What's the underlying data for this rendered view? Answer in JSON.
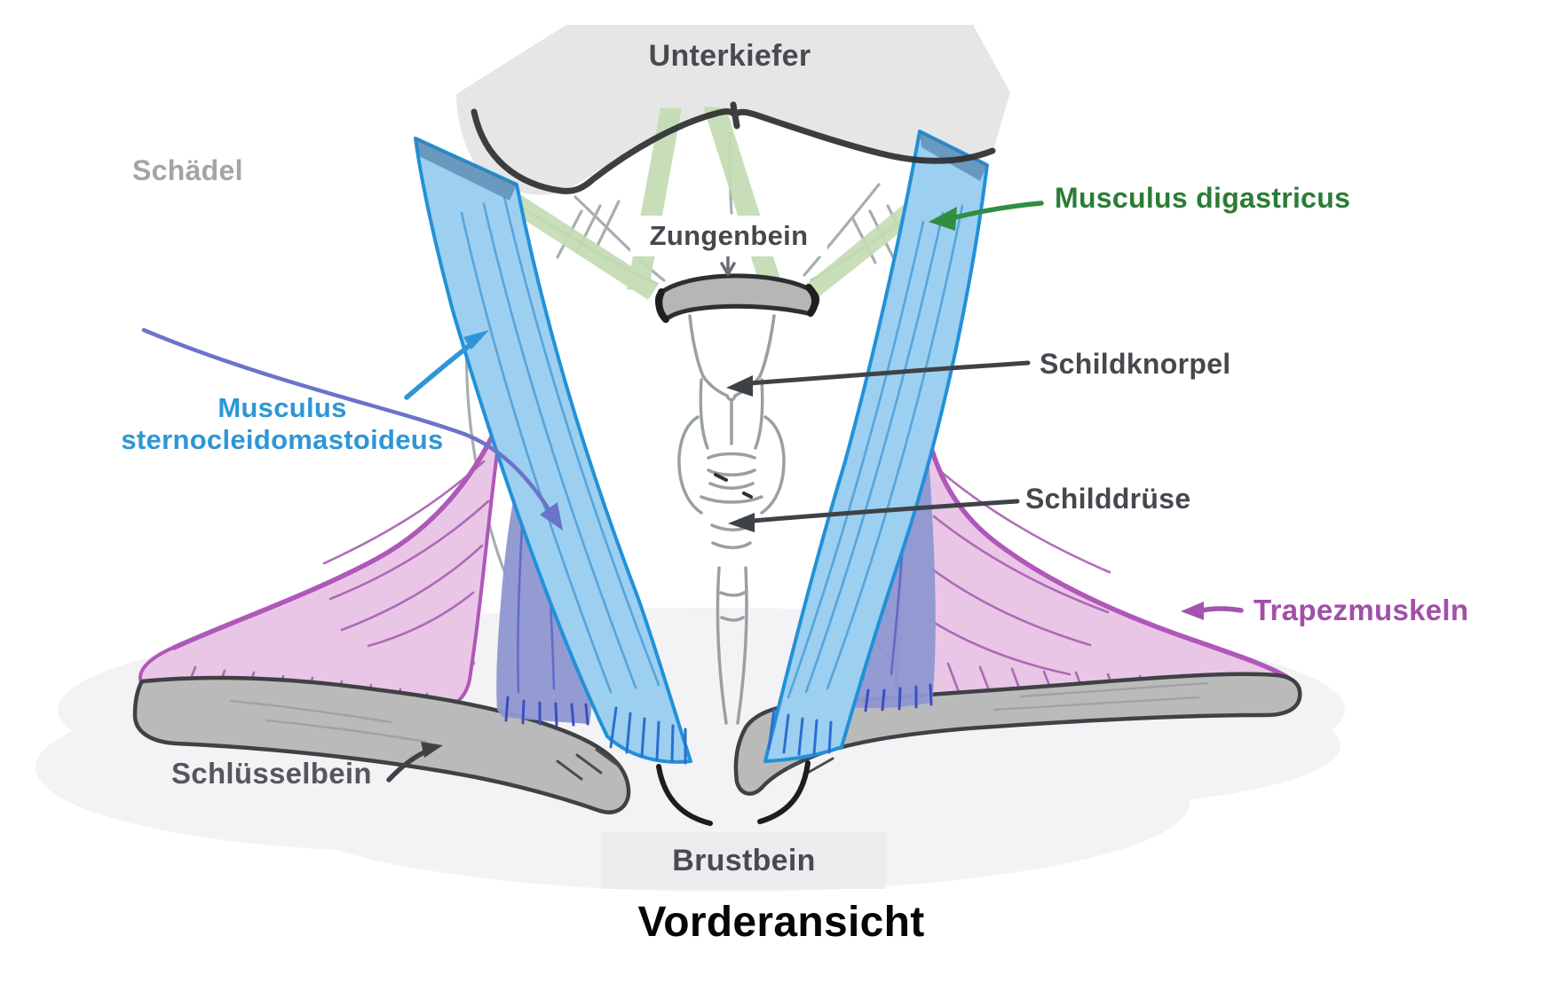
{
  "figure": {
    "title": "Vorderansicht",
    "subject": "neck-anatomy-front-view"
  },
  "labels": {
    "unterkiefer": {
      "text": "Unterkiefer",
      "color": "#474b50"
    },
    "schaedel": {
      "text": "Schädel",
      "color": "#a7a2a9"
    },
    "musculus_digastricus": {
      "text": "Musculus digastricus",
      "color": "#2b7c36"
    },
    "zungenbein": {
      "text": "Zungenbein",
      "color": "#45494e"
    },
    "schildknorpel": {
      "text": "Schildknorpel",
      "color": "#45494e"
    },
    "musculus_sternocleidomastoideus": {
      "text": "Musculus sternocleidomastoideus",
      "color": "#2e96d5"
    },
    "schilddruese": {
      "text": "Schilddrüse",
      "color": "#45494e"
    },
    "trapezmuskeln": {
      "text": "Trapezmuskeln",
      "color": "#a14fa9"
    },
    "schluesselbein": {
      "text": "Schlüsselbein",
      "color": "#54585d"
    },
    "brustbein": {
      "text": "Brustbein",
      "color": "#474b50"
    },
    "vorderansicht": {
      "text": "Vorderansicht",
      "color": "#060606"
    }
  },
  "colors": {
    "background": "#ffffff",
    "wash": "#f3f3f5",
    "jaw_fill": "#e6e6e7",
    "outline_dark": "#2e2f31",
    "sketch_gray": "#9aa0a2",
    "sketch_light": "#c3c3c5",
    "bone_gray": "#bababb",
    "bone_outline": "#3f4144",
    "hyoid_gray": "#b6b6b7",
    "scm_fill": "#9dcff0",
    "scm_stroke": "#2191d8",
    "scm_fiber": "#3e97d8",
    "scm_fringe": "#2b6ed2",
    "scm_shade": "#48759e",
    "clavicular_head_fill": "#8f97d0",
    "clavicular_head_fiber": "#5a64c4",
    "clavicular_head_fringe": "#3c4ec0",
    "trapezius_fill": "#e9c6e6",
    "trapezius_stroke": "#b057ba",
    "trapezius_fiber": "#a85fb2",
    "digastricus_fill": "#c4dcb3",
    "arrow_green": "#2f8f3f",
    "arrow_blue": "#2e96d8",
    "arrow_indigo": "#6b74c8",
    "arrow_purple": "#a453ae",
    "arrow_dark": "#3e4246",
    "arrow_gray": "#6a6e72",
    "label_box_white": "#ffffff",
    "label_box_gray": "#ececee"
  }
}
